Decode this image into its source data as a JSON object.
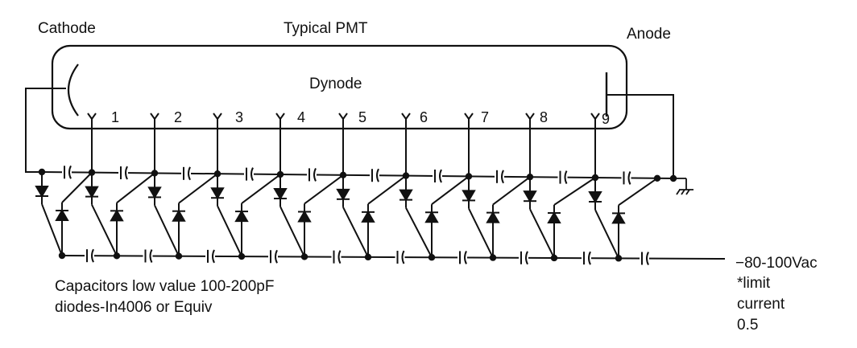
{
  "labels": {
    "cathode": "Cathode",
    "title": "Typical PMT",
    "anode": "Anode",
    "dynode": "Dynode"
  },
  "dynode_numbers": [
    "1",
    "2",
    "3",
    "4",
    "5",
    "6",
    "7",
    "8",
    "9"
  ],
  "notes": {
    "line1": "Capacitors low value 100-200pF",
    "line2": "diodes-In4006 or Equiv"
  },
  "supply": {
    "line1": "−80-100Vac",
    "line2": "*limit",
    "line3": "current",
    "line4": "0.5"
  },
  "colors": {
    "ink": "#111111",
    "background": "#ffffff"
  }
}
